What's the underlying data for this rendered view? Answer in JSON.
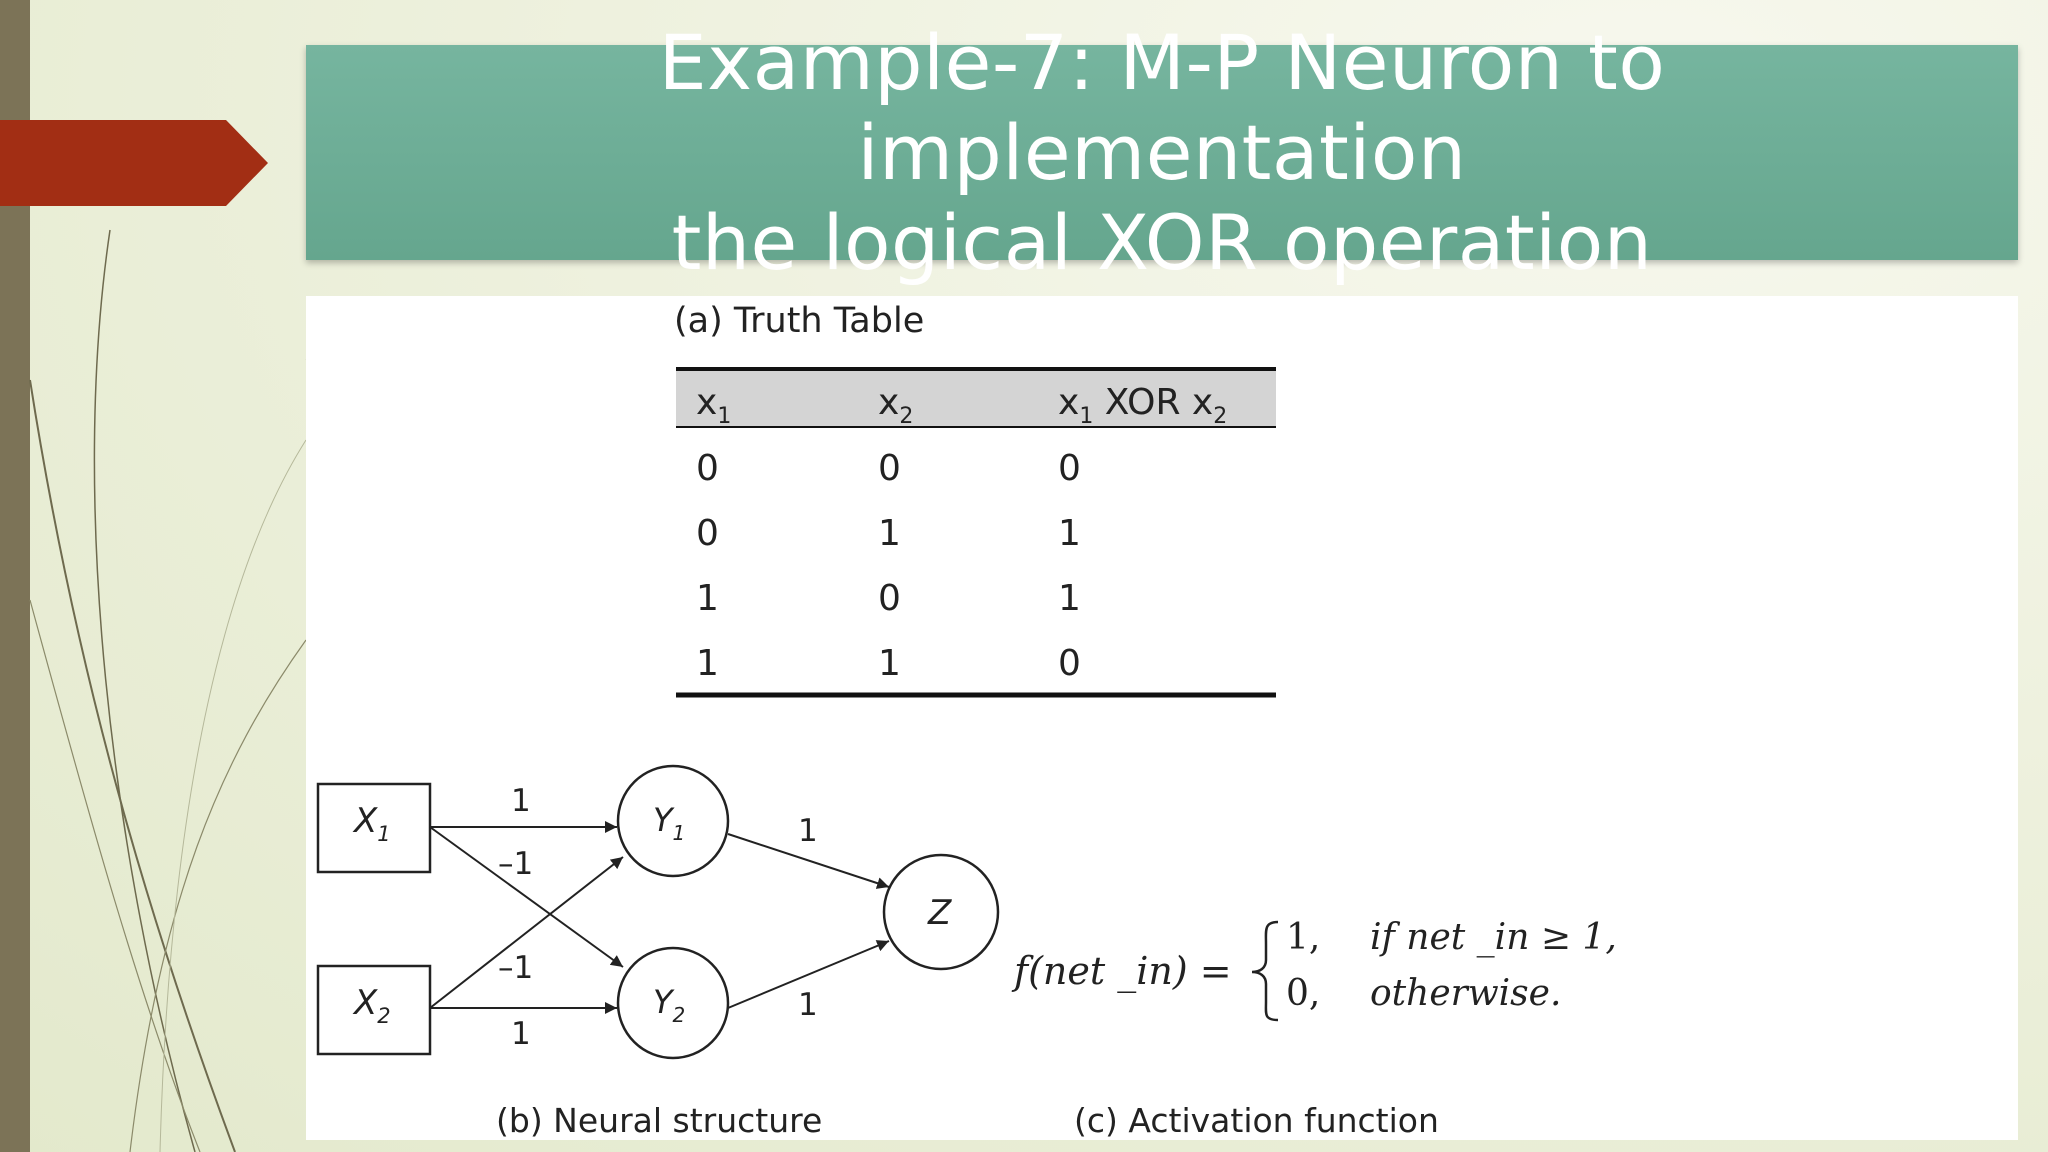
{
  "slide": {
    "title_line1": "Example-7: M-P Neuron to implementation",
    "title_line2": "the logical XOR operation"
  },
  "colors": {
    "title_bg": "#6aab94",
    "accent_arrow": "#a22e14",
    "left_bar": "#7c7357"
  },
  "truth_table": {
    "caption": "(a) Truth Table",
    "headers": [
      {
        "base": "x",
        "sub": "1"
      },
      {
        "base": "x",
        "sub": "2"
      },
      {
        "base": "x",
        "sub": "1",
        "mid": " XOR x",
        "sub2": "2"
      }
    ],
    "rows": [
      [
        "0",
        "0",
        "0"
      ],
      [
        "0",
        "1",
        "1"
      ],
      [
        "1",
        "0",
        "1"
      ],
      [
        "1",
        "1",
        "0"
      ]
    ]
  },
  "network": {
    "caption": "(b) Neural structure",
    "inputs": [
      {
        "base": "X",
        "sub": "1"
      },
      {
        "base": "X",
        "sub": "2"
      }
    ],
    "hidden": [
      {
        "base": "Y",
        "sub": "1"
      },
      {
        "base": "Y",
        "sub": "2"
      }
    ],
    "output": "Z",
    "weights": {
      "x1_y1": "1",
      "x1_y2": "–1",
      "x2_y1": "–1",
      "x2_y2": "1",
      "y1_z": "1",
      "y2_z": "1"
    }
  },
  "activation": {
    "caption": "(c) Activation function",
    "lhs": "f(net _in) =",
    "case1_value": "1,",
    "case1_condition": "if net _in ≥ 1,",
    "case2_value": "0,",
    "case2_condition": "otherwise."
  }
}
